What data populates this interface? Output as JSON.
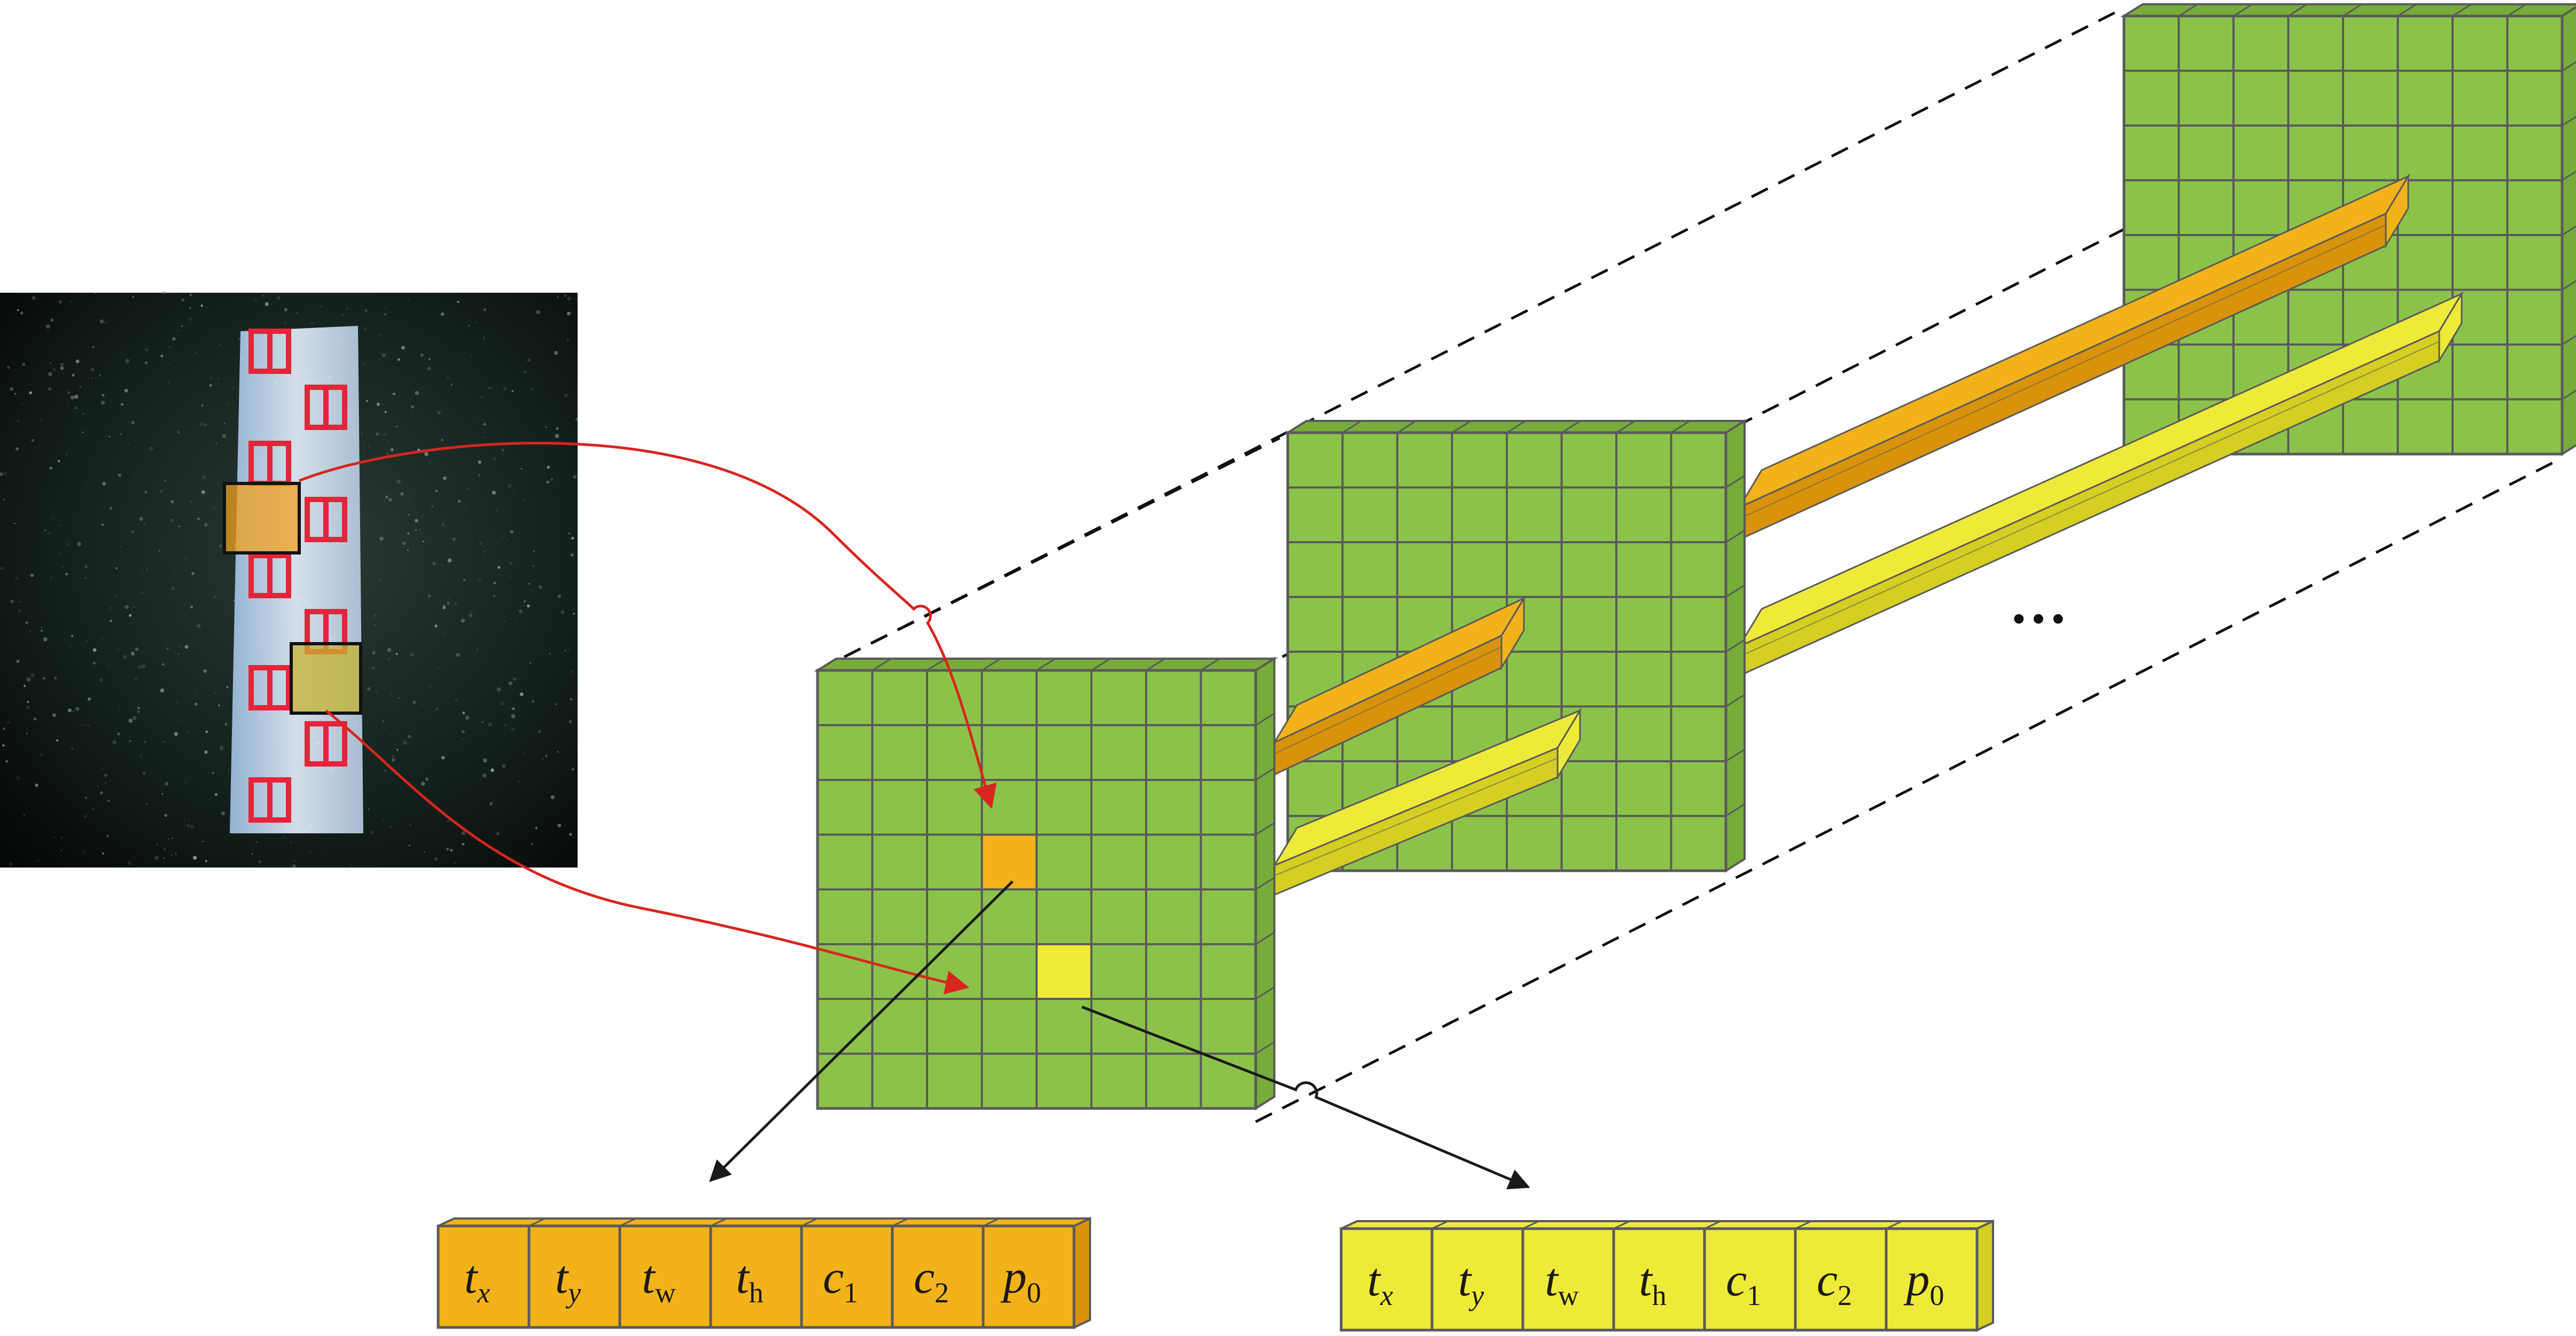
{
  "colors": {
    "grid_fill": "#8bc34a",
    "grid_fill_dark": "#76ad3a",
    "grid_line": "#5a5a5a",
    "orange": "#f2b21a",
    "orange_dark": "#d9930a",
    "yellow": "#eeea3a",
    "yellow_dark": "#d4cf22",
    "arrow_red": "#d8261e",
    "arrow_black": "#1a1a1a",
    "dash": "#111111"
  },
  "photo": {
    "description_icon": "water-gauge-photo"
  },
  "ellipsis": "···",
  "vectors": {
    "orange": {
      "cells": [
        {
          "base": "t",
          "sub": "x",
          "sub_italic": true
        },
        {
          "base": "t",
          "sub": "y",
          "sub_italic": true
        },
        {
          "base": "t",
          "sub": "w",
          "sub_italic": false
        },
        {
          "base": "t",
          "sub": "h",
          "sub_italic": false
        },
        {
          "base": "c",
          "sub": "1",
          "sub_italic": false
        },
        {
          "base": "c",
          "sub": "2",
          "sub_italic": false
        },
        {
          "base": "p",
          "sub": "0",
          "sub_italic": false
        }
      ]
    },
    "yellow": {
      "cells": [
        {
          "base": "t",
          "sub": "x",
          "sub_italic": true
        },
        {
          "base": "t",
          "sub": "y",
          "sub_italic": true
        },
        {
          "base": "t",
          "sub": "w",
          "sub_italic": false
        },
        {
          "base": "t",
          "sub": "h",
          "sub_italic": false
        },
        {
          "base": "c",
          "sub": "1",
          "sub_italic": false
        },
        {
          "base": "c",
          "sub": "2",
          "sub_italic": false
        },
        {
          "base": "p",
          "sub": "0",
          "sub_italic": false
        }
      ]
    }
  }
}
